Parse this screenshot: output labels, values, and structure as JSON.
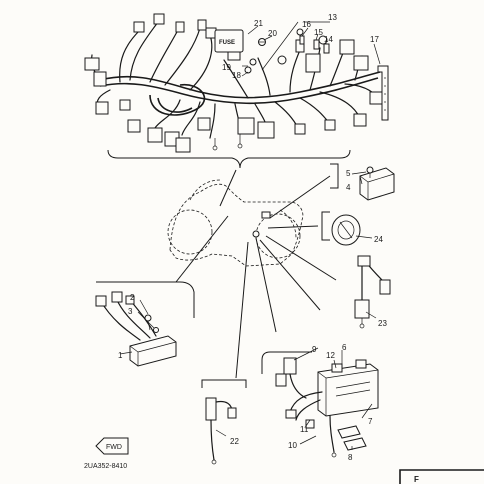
{
  "labels": {
    "n1": "1",
    "n2": "2",
    "n3": "3",
    "n4": "4",
    "n5": "5",
    "n6": "6",
    "n7": "7",
    "n8": "8",
    "n9": "9",
    "n10": "10",
    "n11": "11",
    "n12": "12",
    "n13": "13",
    "n14": "14",
    "n15": "15",
    "n16": "16",
    "n17": "17",
    "n18": "18",
    "n19": "19",
    "n20": "20",
    "n21": "21",
    "n22": "22",
    "n23": "23",
    "n24": "24"
  },
  "fuse_text": "FUSE",
  "fwd_text": "FWD",
  "diagram_code": "2UA352-8410",
  "corner_mark": "F"
}
